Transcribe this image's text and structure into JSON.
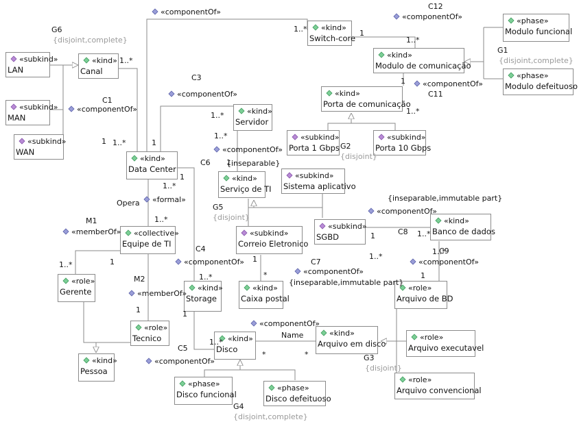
{
  "classes": [
    {
      "id": "switch",
      "st": "«kind»",
      "name": "Switch-core",
      "icon": "green"
    },
    {
      "id": "modcom",
      "st": "«kind»",
      "name": "Modulo de comunicação",
      "icon": "green"
    },
    {
      "id": "modfunc",
      "st": "«phase»",
      "name": "Modulo funcional",
      "icon": "green"
    },
    {
      "id": "moddef",
      "st": "«phase»",
      "name": "Modulo defeituoso",
      "icon": "green"
    },
    {
      "id": "lan",
      "st": "«subkind»",
      "name": "LAN",
      "icon": "purple"
    },
    {
      "id": "man",
      "st": "«subkind»",
      "name": "MAN",
      "icon": "purple"
    },
    {
      "id": "wan",
      "st": "«subkind»",
      "name": "WAN",
      "icon": "purple"
    },
    {
      "id": "canal",
      "st": "«kind»",
      "name": "Canal",
      "icon": "green"
    },
    {
      "id": "porta",
      "st": "«kind»",
      "name": "Porta de comunicação",
      "icon": "green"
    },
    {
      "id": "porta1",
      "st": "«subkind»",
      "name": "Porta 1 Gbps",
      "icon": "purple"
    },
    {
      "id": "porta10",
      "st": "«subkind»",
      "name": "Porta 10 Gbps",
      "icon": "purple"
    },
    {
      "id": "servidor",
      "st": "«kind»",
      "name": "Servidor",
      "icon": "green"
    },
    {
      "id": "datacenter",
      "st": "«kind»",
      "name": "Data Center",
      "icon": "green"
    },
    {
      "id": "servti",
      "st": "«kind»",
      "name": "Serviço de TI",
      "icon": "green"
    },
    {
      "id": "sisapp",
      "st": "«subkind»",
      "name": "Sistema aplicativo",
      "icon": "purple"
    },
    {
      "id": "sgbd",
      "st": "«subkind»",
      "name": "SGBD",
      "icon": "purple"
    },
    {
      "id": "banco",
      "st": "«kind»",
      "name": "Banco de dados",
      "icon": "green"
    },
    {
      "id": "equipe",
      "st": "«collective»",
      "name": "Equipe de TI",
      "icon": "green"
    },
    {
      "id": "correio",
      "st": "«subkind»",
      "name": "Correio Eletronico",
      "icon": "purple"
    },
    {
      "id": "gerente",
      "st": "«role»",
      "name": "Gerente",
      "icon": "green"
    },
    {
      "id": "storage",
      "st": "«kind»",
      "name": "Storage",
      "icon": "green"
    },
    {
      "id": "caixa",
      "st": "«kind»",
      "name": "Caixa postal",
      "icon": "green"
    },
    {
      "id": "arquivobd",
      "st": "«role»",
      "name": "Arquivo de BD",
      "icon": "green"
    },
    {
      "id": "tecnico",
      "st": "«role»",
      "name": "Tecnico",
      "icon": "green"
    },
    {
      "id": "disco",
      "st": "«kind»",
      "name": "Disco",
      "icon": "green"
    },
    {
      "id": "arqdisco",
      "st": "«kind»",
      "name": "Arquivo em disco",
      "icon": "green"
    },
    {
      "id": "arqexec",
      "st": "«role»",
      "name": "Arquivo executavel",
      "icon": "green"
    },
    {
      "id": "pessoa",
      "st": "«kind»",
      "name": "Pessoa",
      "icon": "green"
    },
    {
      "id": "discofunc",
      "st": "«phase»",
      "name": "Disco funcional",
      "icon": "green"
    },
    {
      "id": "discodef",
      "st": "«phase»",
      "name": "Disco defeituoso",
      "icon": "green"
    },
    {
      "id": "arqconv",
      "st": "«role»",
      "name": "Arquivo convencional",
      "icon": "green"
    }
  ],
  "labels": [
    {
      "id": "l-comp-top",
      "text": "«componentOf»",
      "icon": true
    },
    {
      "id": "l-c12",
      "text": "C12"
    },
    {
      "id": "l-c12-comp",
      "text": "«componentOf»",
      "icon": true
    },
    {
      "id": "l-g6",
      "text": "G6"
    },
    {
      "id": "l-g6-c",
      "text": "{disjoint,complete}",
      "gray": true
    },
    {
      "id": "l-g1",
      "text": "G1"
    },
    {
      "id": "l-g1-c",
      "text": "{disjoint,complete}",
      "gray": true
    },
    {
      "id": "l-c3",
      "text": "C3"
    },
    {
      "id": "l-c3-comp",
      "text": "«componentOf»",
      "icon": true
    },
    {
      "id": "l-c11-comp",
      "text": "«componentOf»",
      "icon": true
    },
    {
      "id": "l-c11",
      "text": "C11"
    },
    {
      "id": "l-c1",
      "text": "C1"
    },
    {
      "id": "l-c1-comp",
      "text": "«componentOf»",
      "icon": true
    },
    {
      "id": "l-c6-comp",
      "text": "«componentOf»",
      "icon": true
    },
    {
      "id": "l-c6",
      "text": "C6"
    },
    {
      "id": "l-insep",
      "text": "{inseparable}"
    },
    {
      "id": "l-g2",
      "text": "G2"
    },
    {
      "id": "l-g2-c",
      "text": "{disjoint}",
      "gray": true
    },
    {
      "id": "l-opera",
      "text": "Opera"
    },
    {
      "id": "l-formal",
      "text": "«formal»",
      "icon": true
    },
    {
      "id": "l-insimm1",
      "text": "{inseparable,immutable part}"
    },
    {
      "id": "l-g5",
      "text": "G5"
    },
    {
      "id": "l-g5-c",
      "text": "{disjoint}",
      "gray": true
    },
    {
      "id": "l-c8-comp",
      "text": "«componentOf»",
      "icon": true
    },
    {
      "id": "l-c8",
      "text": "C8"
    },
    {
      "id": "l-m1",
      "text": "M1"
    },
    {
      "id": "l-m1-mem",
      "text": "«memberOf»",
      "icon": true
    },
    {
      "id": "l-c4",
      "text": "C4"
    },
    {
      "id": "l-c4-comp",
      "text": "«componentOf»",
      "icon": true
    },
    {
      "id": "l-c9",
      "text": "C9"
    },
    {
      "id": "l-c9-comp",
      "text": "«componentOf»",
      "icon": true
    },
    {
      "id": "l-c7",
      "text": "C7"
    },
    {
      "id": "l-c7-comp",
      "text": "«componentOf»",
      "icon": true
    },
    {
      "id": "l-insimm2",
      "text": "{inseparable,immutable part}"
    },
    {
      "id": "l-m2",
      "text": "M2"
    },
    {
      "id": "l-m2-mem",
      "text": "«memberOf»",
      "icon": true
    },
    {
      "id": "l-c5-comp",
      "text": "«componentOf»",
      "icon": true
    },
    {
      "id": "l-c5",
      "text": "C5"
    },
    {
      "id": "l-c5b-comp",
      "text": "«componentOf»",
      "icon": true
    },
    {
      "id": "l-name",
      "text": "Name"
    },
    {
      "id": "l-g3",
      "text": "G3"
    },
    {
      "id": "l-g3-c",
      "text": "{disjoint}",
      "gray": true
    },
    {
      "id": "l-g4",
      "text": "G4"
    },
    {
      "id": "l-g4-c",
      "text": "{disjoint,complete}",
      "gray": true
    }
  ],
  "multiplicities": [
    {
      "id": "m1",
      "text": "1..*"
    },
    {
      "id": "m2",
      "text": "1"
    },
    {
      "id": "m3",
      "text": "1..*"
    },
    {
      "id": "m4",
      "text": "1..*"
    },
    {
      "id": "m5",
      "text": "1"
    },
    {
      "id": "m6",
      "text": "1..*"
    },
    {
      "id": "m7",
      "text": "1..*"
    },
    {
      "id": "m8",
      "text": "1"
    },
    {
      "id": "m9",
      "text": "1"
    },
    {
      "id": "m10",
      "text": "1..*"
    },
    {
      "id": "m11",
      "text": "1..*"
    },
    {
      "id": "m12",
      "text": "1"
    },
    {
      "id": "m13",
      "text": "1..*"
    },
    {
      "id": "m14",
      "text": "1..*"
    },
    {
      "id": "m15",
      "text": "1"
    },
    {
      "id": "m16",
      "text": "1"
    },
    {
      "id": "m17",
      "text": "1"
    },
    {
      "id": "m18",
      "text": "1..*"
    },
    {
      "id": "m19",
      "text": "1"
    },
    {
      "id": "m20",
      "text": "1..*"
    },
    {
      "id": "m21",
      "text": "1"
    },
    {
      "id": "m22",
      "text": "1..*"
    },
    {
      "id": "m23",
      "text": "1"
    },
    {
      "id": "m24",
      "text": "1..*"
    },
    {
      "id": "m25",
      "text": "1..*"
    },
    {
      "id": "m26",
      "text": "1"
    },
    {
      "id": "m27",
      "text": "1..*"
    },
    {
      "id": "m28",
      "text": "*"
    },
    {
      "id": "m29",
      "text": "*"
    },
    {
      "id": "m30",
      "text": "*"
    }
  ]
}
